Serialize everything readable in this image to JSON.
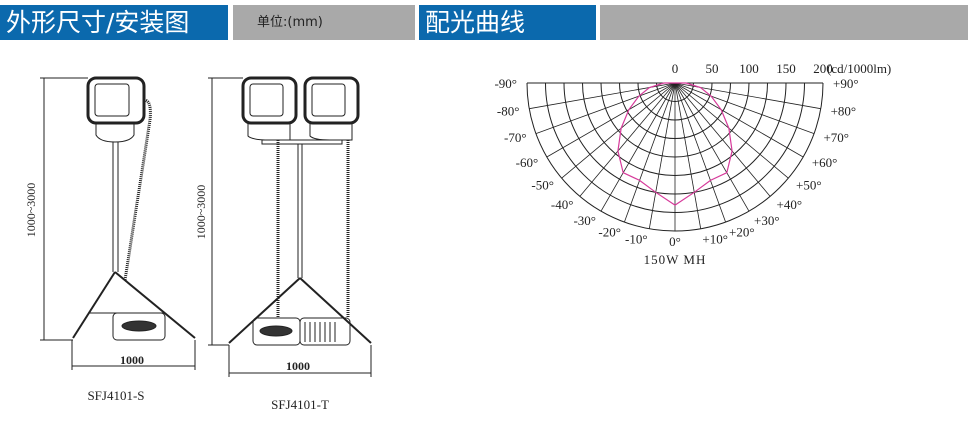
{
  "header": {
    "dimensions_title": "外形尺寸/安装图",
    "unit_label": "单位:(mm)",
    "light_curve_title": "配光曲线"
  },
  "drawings": [
    {
      "model": "SFJ4101-S",
      "height_range": "1000~3000",
      "width": "1000"
    },
    {
      "model": "SFJ4101-T",
      "height_range": "1000~3000",
      "width": "1000"
    }
  ],
  "colors": {
    "header_blue": "#0b69ad",
    "header_gray": "#a9a9a9",
    "curve": "#d63a9a"
  },
  "chart_data": {
    "type": "polar",
    "title": "150W  MH",
    "radial_ticks": [
      "0",
      "50",
      "100",
      "150",
      "200"
    ],
    "radial_unit": "(cd/1000lm)",
    "rmax": 200,
    "angle_labels_left": [
      "-90°",
      "-80°",
      "-70°",
      "-60°",
      "-50°",
      "-40°",
      "-30°",
      "-20°",
      "-10°"
    ],
    "angle_labels_right": [
      "+90°",
      "+80°",
      "+70°",
      "+60°",
      "+50°",
      "+40°",
      "+30°",
      "+20°",
      "+10°"
    ],
    "center_label": "0°",
    "series": [
      {
        "name": "150W MH",
        "angles": [
          0,
          10,
          20,
          30,
          40,
          50,
          60,
          70,
          80,
          90
        ],
        "values": [
          165,
          150,
          140,
          140,
          120,
          95,
          72,
          52,
          35,
          15
        ]
      }
    ]
  }
}
